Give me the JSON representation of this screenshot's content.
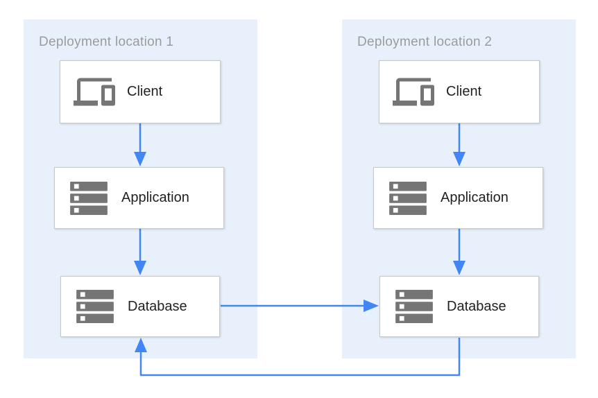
{
  "regions": [
    {
      "title": "Deployment location 1",
      "nodes": [
        {
          "label": "Client",
          "icon": "devices-icon"
        },
        {
          "label": "Application",
          "icon": "server-stack-icon"
        },
        {
          "label": "Database",
          "icon": "server-stack-icon"
        }
      ]
    },
    {
      "title": "Deployment location 2",
      "nodes": [
        {
          "label": "Client",
          "icon": "devices-icon"
        },
        {
          "label": "Application",
          "icon": "server-stack-icon"
        },
        {
          "label": "Database",
          "icon": "server-stack-icon"
        }
      ]
    }
  ],
  "connections": [
    {
      "from": "location-1-client",
      "to": "location-1-application",
      "style": "solid-arrow"
    },
    {
      "from": "location-1-application",
      "to": "location-1-database",
      "style": "solid-arrow"
    },
    {
      "from": "location-2-client",
      "to": "location-2-application",
      "style": "solid-arrow"
    },
    {
      "from": "location-2-application",
      "to": "location-2-database",
      "style": "solid-arrow"
    },
    {
      "from": "location-1-database",
      "to": "location-2-database",
      "style": "solid-arrow"
    },
    {
      "from": "location-2-database",
      "to": "location-1-database",
      "style": "solid-arrow-loop-below"
    }
  ],
  "colors": {
    "region_bg": "#e8f1fb",
    "arrow": "#4285f4",
    "icon": "#757575",
    "region_title": "#9b9b9b",
    "node_label": "#212121",
    "node_border": "#c9c9c9"
  }
}
